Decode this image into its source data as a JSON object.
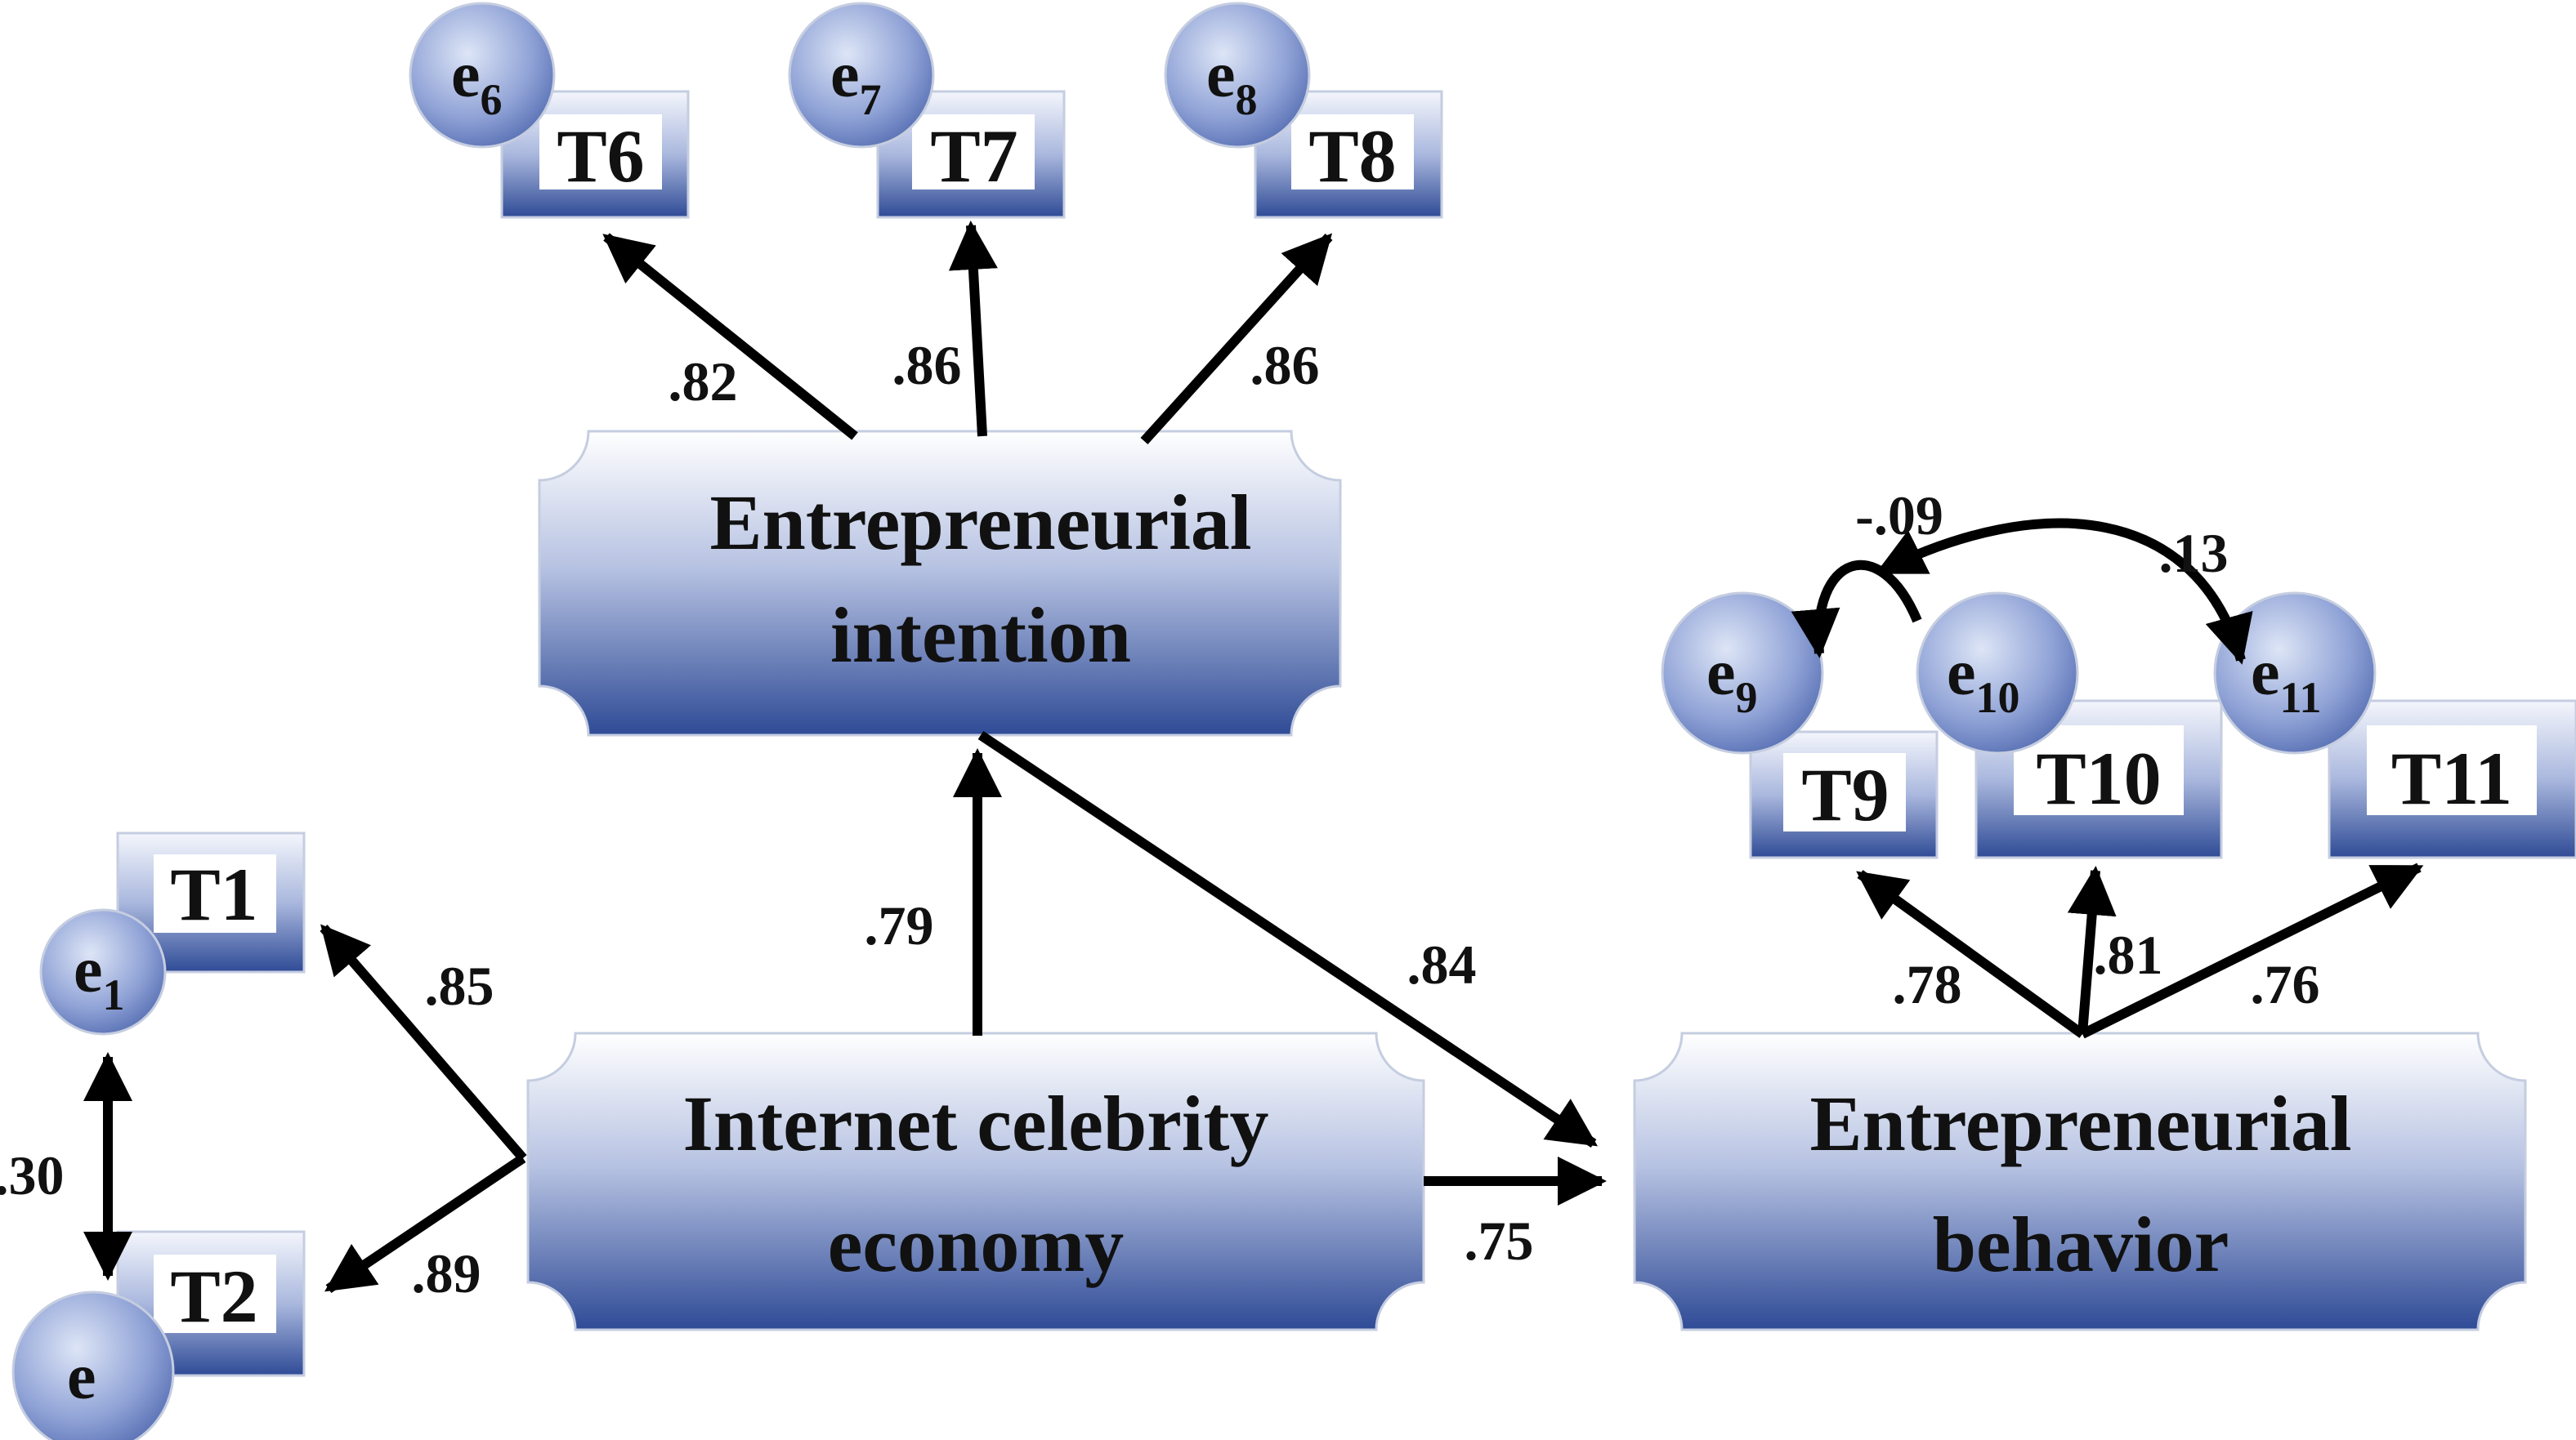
{
  "latent": {
    "intention": {
      "line1": "Entrepreneurial",
      "line2": "intention"
    },
    "economy": {
      "line1": "Internet celebrity",
      "line2": "economy"
    },
    "behavior": {
      "line1": "Entrepreneurial",
      "line2": "behavior"
    }
  },
  "indicators": {
    "T1": "T1",
    "T2": "T2",
    "T6": "T6",
    "T7": "T7",
    "T8": "T8",
    "T9": "T9",
    "T10": "T10",
    "T11": "T11"
  },
  "errors": {
    "e1": {
      "base": "e",
      "sub": "1"
    },
    "e2": {
      "base": "e",
      "sub": ""
    },
    "e6": {
      "base": "e",
      "sub": "6"
    },
    "e7": {
      "base": "e",
      "sub": "7"
    },
    "e8": {
      "base": "e",
      "sub": "8"
    },
    "e9": {
      "base": "e",
      "sub": "9"
    },
    "e10": {
      "base": "e",
      "sub": "10"
    },
    "e11": {
      "base": "e",
      "sub": "11"
    }
  },
  "coefficients": {
    "t6": ".82",
    "t7": ".86",
    "t8": ".86",
    "economy_to_intention": ".79",
    "intention_to_behavior": ".84",
    "economy_to_behavior": ".75",
    "t1": ".85",
    "t2": ".89",
    "e1_e2": ".30",
    "t9": ".78",
    "t10": ".81",
    "t11": ".76",
    "e9_e10": "-.09",
    "e9_e11": ".13"
  },
  "colors": {
    "gradient_top": "#ffffff",
    "gradient_bottom": "#2f4b96",
    "circle_light": "#dde5f6",
    "circle_dark": "#5a74b8",
    "arrow": "#000000"
  }
}
